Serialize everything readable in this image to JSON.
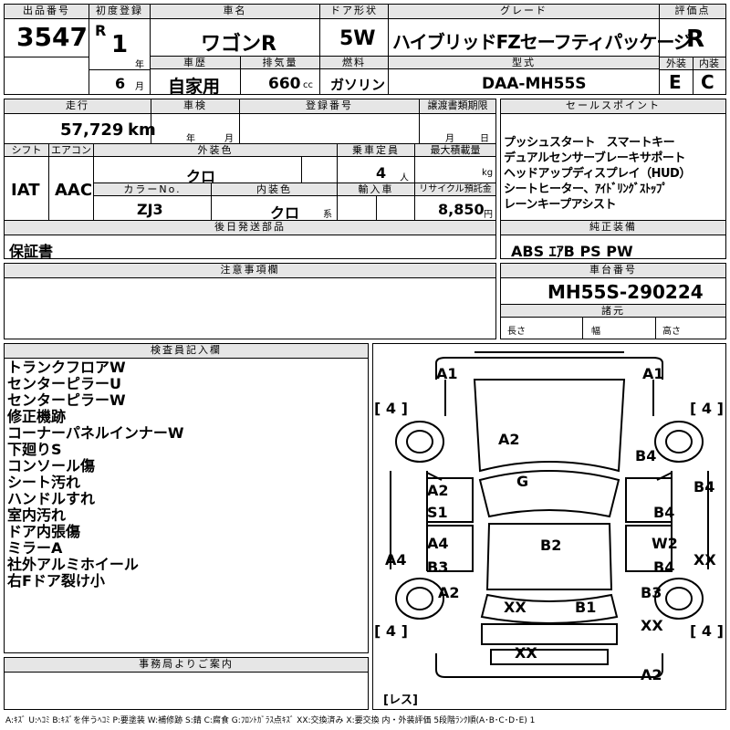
{
  "header": {
    "lot_label": "出品番号",
    "lot_number": "3547",
    "first_reg_label": "初度登録",
    "era": "R",
    "era_year": "1",
    "year_unit": "年",
    "month": "6",
    "month_unit": "月",
    "car_name_label": "車名",
    "car_name": "ワゴンR",
    "door_label": "ドア形状",
    "door": "5W",
    "grade_label": "グレード",
    "grade": "ハイブリッドFZセーフティパッケージ",
    "score_label": "評価点",
    "score": "R",
    "history_label": "車歴",
    "history": "自家用",
    "displacement_label": "排気量",
    "displacement": "660",
    "displacement_unit": "cc",
    "fuel_label": "燃料",
    "fuel": "ガソリン",
    "model_label": "型式",
    "model": "DAA-MH55S",
    "ext_label": "外装",
    "ext_grade": "E",
    "int_label": "内装",
    "int_grade": "C"
  },
  "row2": {
    "mileage_label": "走行",
    "mileage": "57,729",
    "mileage_unit": "km",
    "inspection_label": "車検",
    "insp_year_unit": "年",
    "insp_month_unit": "月",
    "registration_label": "登録番号",
    "transfer_label": "譲渡書類期限",
    "transfer_month_unit": "月",
    "transfer_day_unit": "日",
    "shift_label": "シフト",
    "shift": "IAT",
    "ac_label": "エアコン",
    "ac": "AAC",
    "exterior_color_label": "外装色",
    "exterior_color": "クロ",
    "capacity_label": "乗車定員",
    "capacity": "4",
    "capacity_unit": "人",
    "load_label": "最大積載量",
    "load_unit": "kg",
    "color_no_label": "カラーNo.",
    "color_no": "ZJ3",
    "interior_color_label": "内装色",
    "interior_color": "クロ",
    "interior_color_unit": "系",
    "import_label": "輸入車",
    "recycle_label": "リサイクル預託金",
    "recycle": "8,850",
    "recycle_unit": "円"
  },
  "sales_points": {
    "label": "セールスポイント",
    "items": [
      "プッシュスタート　スマートキー",
      "デュアルセンサーブレーキサポート",
      "ヘッドアップディスプレイ（HUD）",
      "シートヒーター、ｱｲﾄﾞﾘﾝｸﾞｽﾄｯﾌﾟ",
      "レーンキープアシスト"
    ]
  },
  "later_parts": {
    "label": "後日発送部品",
    "value": "保証書"
  },
  "equipment": {
    "label": "純正装備",
    "value": "ABS ｴｱB PS PW"
  },
  "caution": {
    "label": "注意事項欄"
  },
  "chassis": {
    "label": "車台番号",
    "value": "MH55S-290224"
  },
  "specs": {
    "label": "諸元",
    "length": "長さ",
    "width": "幅",
    "height": "高さ"
  },
  "inspector": {
    "label": "検査員記入欄",
    "notes": [
      "トランクフロアW",
      "センターピラーU",
      "センターピラーW",
      "修正機跡",
      "コーナーパネルインナーW",
      "下廻りS",
      "コンソール傷",
      "シート汚れ",
      "ハンドルすれ",
      "室内汚れ",
      "ドア内張傷",
      "ミラーA",
      "社外アルミホイール",
      "右Fドア裂け小"
    ]
  },
  "office": {
    "label": "事務局よりご案内"
  },
  "diagram": {
    "tire_left_top": "[ 4 ]",
    "tire_right_top": "[ 4 ]",
    "tire_left_bottom": "[ 4 ]",
    "tire_right_bottom": "[ 4 ]",
    "spare": "[レス]",
    "marks": {
      "a1_left": "A1",
      "a1_right": "A1",
      "a2_hood": "A2",
      "b4_rf_fender": "B4",
      "a2_lf_door": "A2",
      "s1": "S1",
      "g_windshield": "G",
      "b4_rf_door": "B4",
      "b4_right_side": "B4",
      "a4_lr_door": "A4",
      "b3_lr": "B3",
      "b2_roof": "B2",
      "w2": "W2",
      "b4_rr_door": "B4",
      "a4_left_side": "A4",
      "xx_right_side": "XX",
      "a2_lr_fender": "A2",
      "xx_trunk": "XX",
      "b1": "B1",
      "b3_rr_fender": "B3",
      "xx_rr_corner": "XX",
      "xx_rear": "XX",
      "a2_rear": "A2"
    }
  },
  "legend": "A:ｷｽﾞ U:ﾍｺﾐ B:ｷｽﾞを伴うﾍｺﾐ P:要塗装 W:補修跡 S:錆 C:腐食 G:ﾌﾛﾝﾄｶﾞﾗｽ点ｷｽﾞ XX:交換済み X:要交換 内・外装評価 5段階ﾗﾝｸ順(A･B･C･D･E) 1"
}
